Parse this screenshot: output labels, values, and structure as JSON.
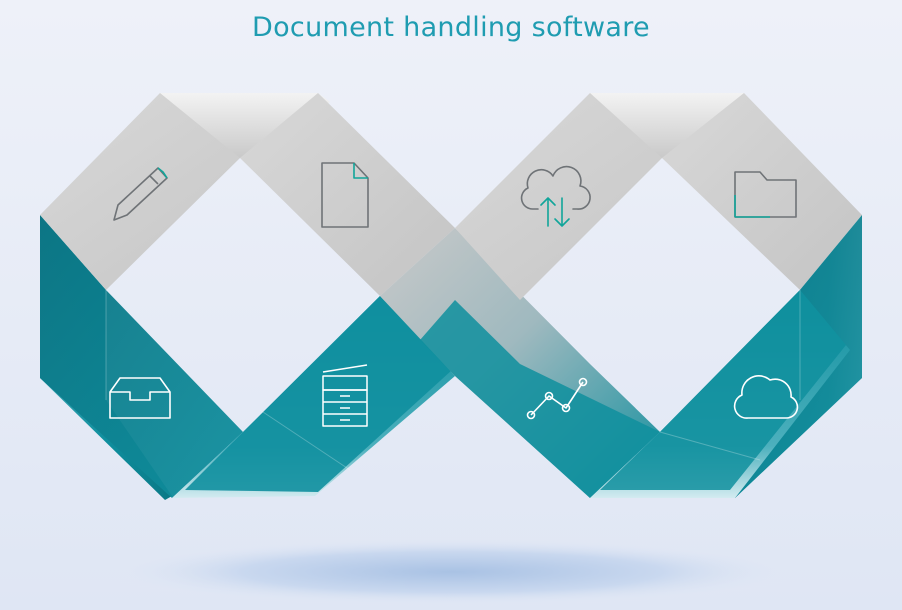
{
  "title": "Document handling software",
  "colors": {
    "teal": "#0f8f9e",
    "teal_dark": "#0a6f7c",
    "grey": "#cfcfcf",
    "icon_light": "#ffffff",
    "icon_dark": "#6f7377",
    "icon_accent": "#11a59a",
    "title": "#1f9cb1"
  },
  "icons": [
    {
      "name": "pencil-icon",
      "section": "top-left-outer"
    },
    {
      "name": "document-icon",
      "section": "top-left-inner"
    },
    {
      "name": "cloud-sync-icon",
      "section": "top-right-inner"
    },
    {
      "name": "folder-icon",
      "section": "top-right-outer"
    },
    {
      "name": "inbox-tray-icon",
      "section": "bottom-left-outer"
    },
    {
      "name": "printer-icon",
      "section": "bottom-left-inner"
    },
    {
      "name": "line-chart-icon",
      "section": "bottom-right-inner"
    },
    {
      "name": "cloud-icon",
      "section": "bottom-right-outer"
    }
  ]
}
